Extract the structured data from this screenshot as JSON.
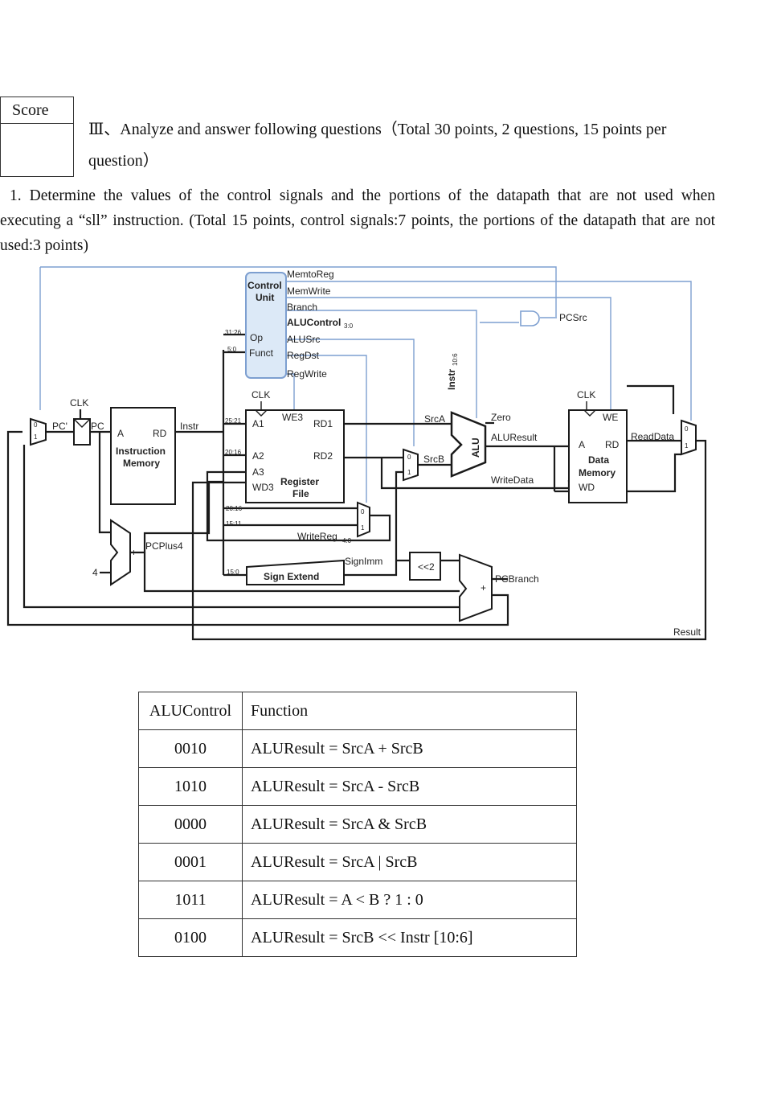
{
  "score_label": "Score",
  "section_heading": {
    "line1": "Ⅲ、Analyze and answer following questions（Total 30 points, 2 questions, 15 points per",
    "line2": "question）"
  },
  "question": {
    "line1": "1. Determine the values of the control signals and the portions of the datapath that are not used when",
    "rest": "executing a “sll” instruction. (Total 15 points, control signals:7 points, the portions of the datapath that are not used:3 points)"
  },
  "diagram": {
    "control_unit": {
      "title1": "Control",
      "title2": "Unit",
      "op": "Op",
      "funct": "Funct"
    },
    "signals": {
      "memtoreg": "MemtoReg",
      "memwrite": "MemWrite",
      "branch": "Branch",
      "alucontrol": "ALUControl",
      "alucontrol_sub": "3:0",
      "alusrc": "ALUSrc",
      "regdst": "RegDst",
      "regwrite": "RegWrite",
      "pcsrc": "PCSrc"
    },
    "bit_ranges": {
      "op": "31:26",
      "funct": "5:0",
      "a1": "25:21",
      "a2": "20:16",
      "rt": "20:16",
      "rd": "15:11",
      "imm": "15:0"
    },
    "clk": "CLK",
    "pc_prime": "PC'",
    "pc": "PC",
    "instr_mem": {
      "a": "A",
      "rd": "RD",
      "name1": "Instruction",
      "name2": "Memory"
    },
    "instr": "Instr",
    "reg_file": {
      "we3": "WE3",
      "a1": "A1",
      "a2": "A2",
      "a3": "A3",
      "wd3": "WD3",
      "rd1": "RD1",
      "rd2": "RD2",
      "name1": "Register",
      "name2": "File"
    },
    "srca": "SrcA",
    "srcb": "SrcB",
    "instr_shamt": "Instr",
    "instr_shamt_sub": "10:6",
    "alu": "ALU",
    "zero": "Zero",
    "aluresult": "ALUResult",
    "writedata": "WriteData",
    "data_mem": {
      "we": "WE",
      "a": "A",
      "rd": "RD",
      "name1": "Data",
      "name2": "Memory",
      "wd": "WD"
    },
    "readdata": "ReadData",
    "writereg": "WriteReg",
    "writereg_sub": "4:0",
    "signimm": "SignImm",
    "sign_extend": "Sign Extend",
    "shift2": "<<2",
    "pcbranch": "PCBranch",
    "pcplus4": "PCPlus4",
    "four": "4",
    "plus": "+",
    "result": "Result",
    "mux_zero": "0",
    "mux_one": "1"
  },
  "table": {
    "headers": [
      "ALUControl",
      "Function"
    ],
    "rows": [
      [
        "0010",
        "ALUResult = SrcA + SrcB"
      ],
      [
        "1010",
        "ALUResult = SrcA - SrcB"
      ],
      [
        "0000",
        "ALUResult = SrcA & SrcB"
      ],
      [
        "0001",
        "ALUResult = SrcA | SrcB"
      ],
      [
        "1011",
        "ALUResult = A < B ? 1 : 0"
      ],
      [
        "0100",
        "ALUResult = SrcB << Instr [10:6]"
      ]
    ]
  },
  "colors": {
    "control_wire": "#7d9fd0",
    "wire": "#1a1a1a",
    "control_unit_fill": "#dce9f7"
  }
}
